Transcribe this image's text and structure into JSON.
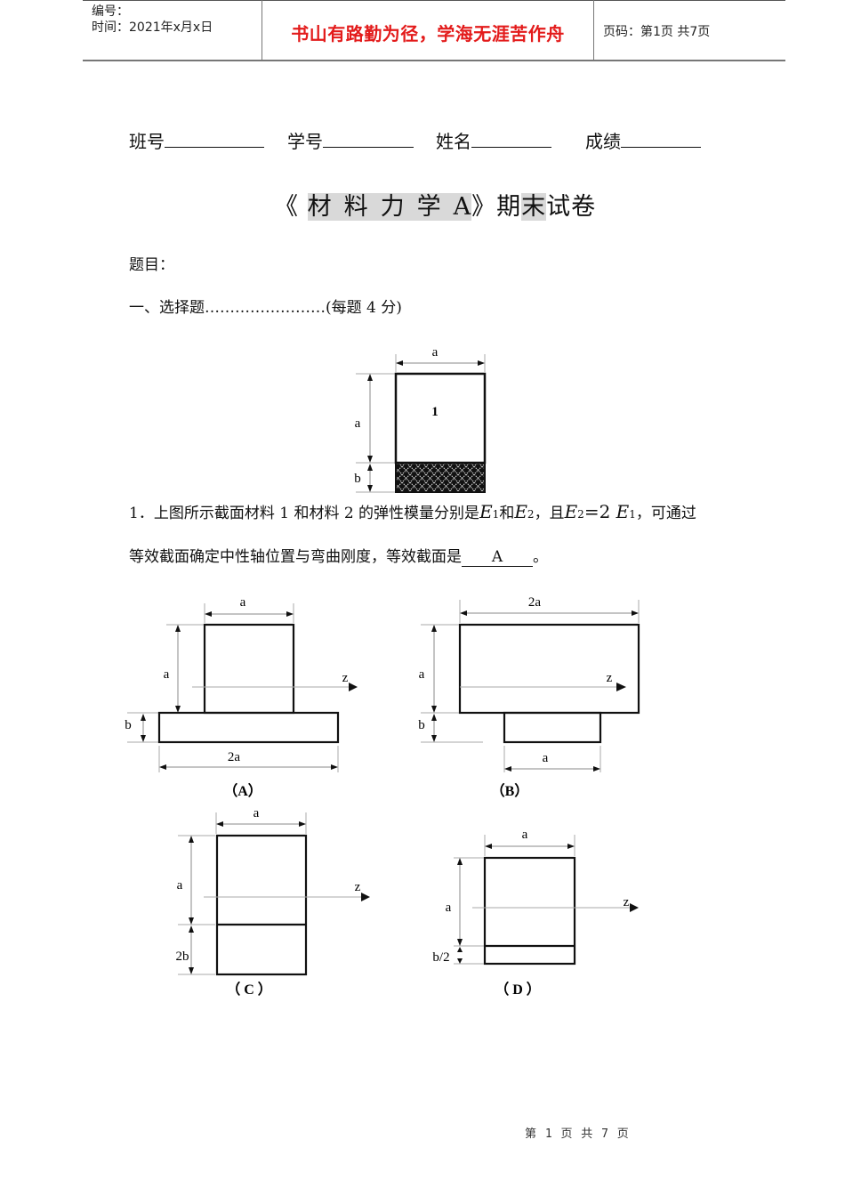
{
  "header": {
    "serial_label": "编号：",
    "date_label": "时间：2021年x月x日",
    "motto": "书山有路勤为径，学海无涯苦作舟",
    "page_info": "页码：第1页  共7页"
  },
  "student_info": {
    "class_label": "班号",
    "student_id_label": "学号",
    "name_label": "姓名",
    "score_label": "成绩"
  },
  "title": {
    "open": "《",
    "subject": "材料力学",
    "letter": "A",
    "close": "》",
    "tail_1": "期",
    "tail_2": "末",
    "tail_3": "试卷"
  },
  "section": {
    "prompt": "题目：",
    "heading": "一、选择题……………………(每题 4 分)"
  },
  "question1": {
    "text_part1": "1．上图所示截面材料 1 和材料 2 的弹性模量分别是",
    "e1": "E",
    "e1_sub": "1",
    "and": "和",
    "e2": "E",
    "e2_sub": "2",
    "text_part2": "，且",
    "relation_lhs": "E",
    "relation_lhs_sub": "2",
    "relation_mid": "=2",
    "relation_rhs": "E",
    "relation_rhs_sub": "1",
    "text_part3": "，可通过",
    "line2": "等效截面确定中性轴位置与弯曲刚度，等效截面是",
    "answer": "A",
    "end": "。"
  },
  "main_figure": {
    "top_dim": "a",
    "left_dim_upper": "a",
    "left_dim_lower": "b",
    "material_label": "1"
  },
  "options": [
    {
      "label": "（A）",
      "top_dim": "a",
      "left_dim_upper": "a",
      "left_dim_lower": "b",
      "bottom_dim": "2a",
      "axis": "z"
    },
    {
      "label": "（B）",
      "top_dim": "2a",
      "left_dim_upper": "a",
      "left_dim_lower": "b",
      "bottom_dim": "a",
      "axis": "z"
    },
    {
      "label": "（ C ）",
      "top_dim": "a",
      "left_dim_upper": "a",
      "left_dim_lower": "2b",
      "axis": "z"
    },
    {
      "label": "（ D ）",
      "top_dim": "a",
      "left_dim_upper": "a",
      "left_dim_lower": "b/2",
      "axis": "z"
    }
  ],
  "footer": {
    "page_text": "第 1 页 共 7 页"
  }
}
